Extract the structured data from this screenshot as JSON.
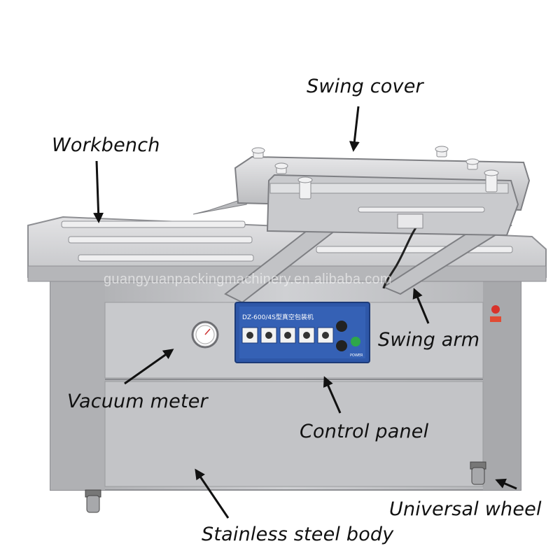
{
  "watermark": "guangyuanpackingmachinery.en.alibaba.com",
  "panel": {
    "model": "DZ-600/4S型真空包装机",
    "power_label": "POWER"
  },
  "callouts": {
    "swing_cover": "Swing cover",
    "workbench": "Workbench",
    "swing_arm": "Swing arm",
    "vacuum_meter": "Vacuum meter",
    "control_panel": "Control panel",
    "stainless_steel_body": "Stainless steel body",
    "universal_wheel": "Universal wheel"
  },
  "colors": {
    "steel_light": "#d6d6d8",
    "steel_mid": "#b9babd",
    "steel_dark": "#8e8f93",
    "panel_blue": "#2e57a8",
    "arrow": "#111111"
  }
}
